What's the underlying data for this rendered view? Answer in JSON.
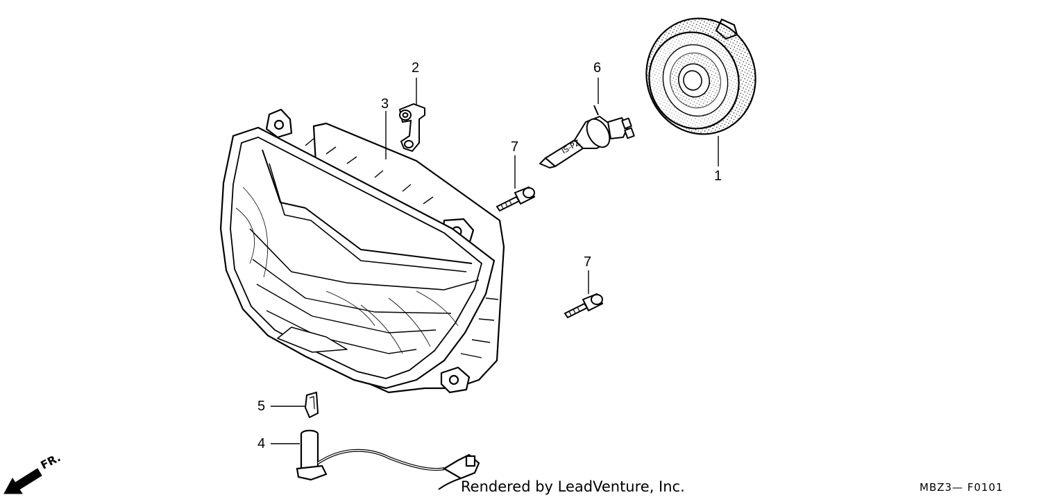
{
  "callouts": {
    "c1": "1",
    "c2": "2",
    "c3": "3",
    "c4": "4",
    "c5": "5",
    "c6": "6",
    "c7a": "7",
    "c7b": "7"
  },
  "direction_label": "FR.",
  "credit": "Rendered by LeadVenture, Inc.",
  "diagram_code": "MBZ3— F0101",
  "line_color": "#000000",
  "fill_color": "#ffffff"
}
